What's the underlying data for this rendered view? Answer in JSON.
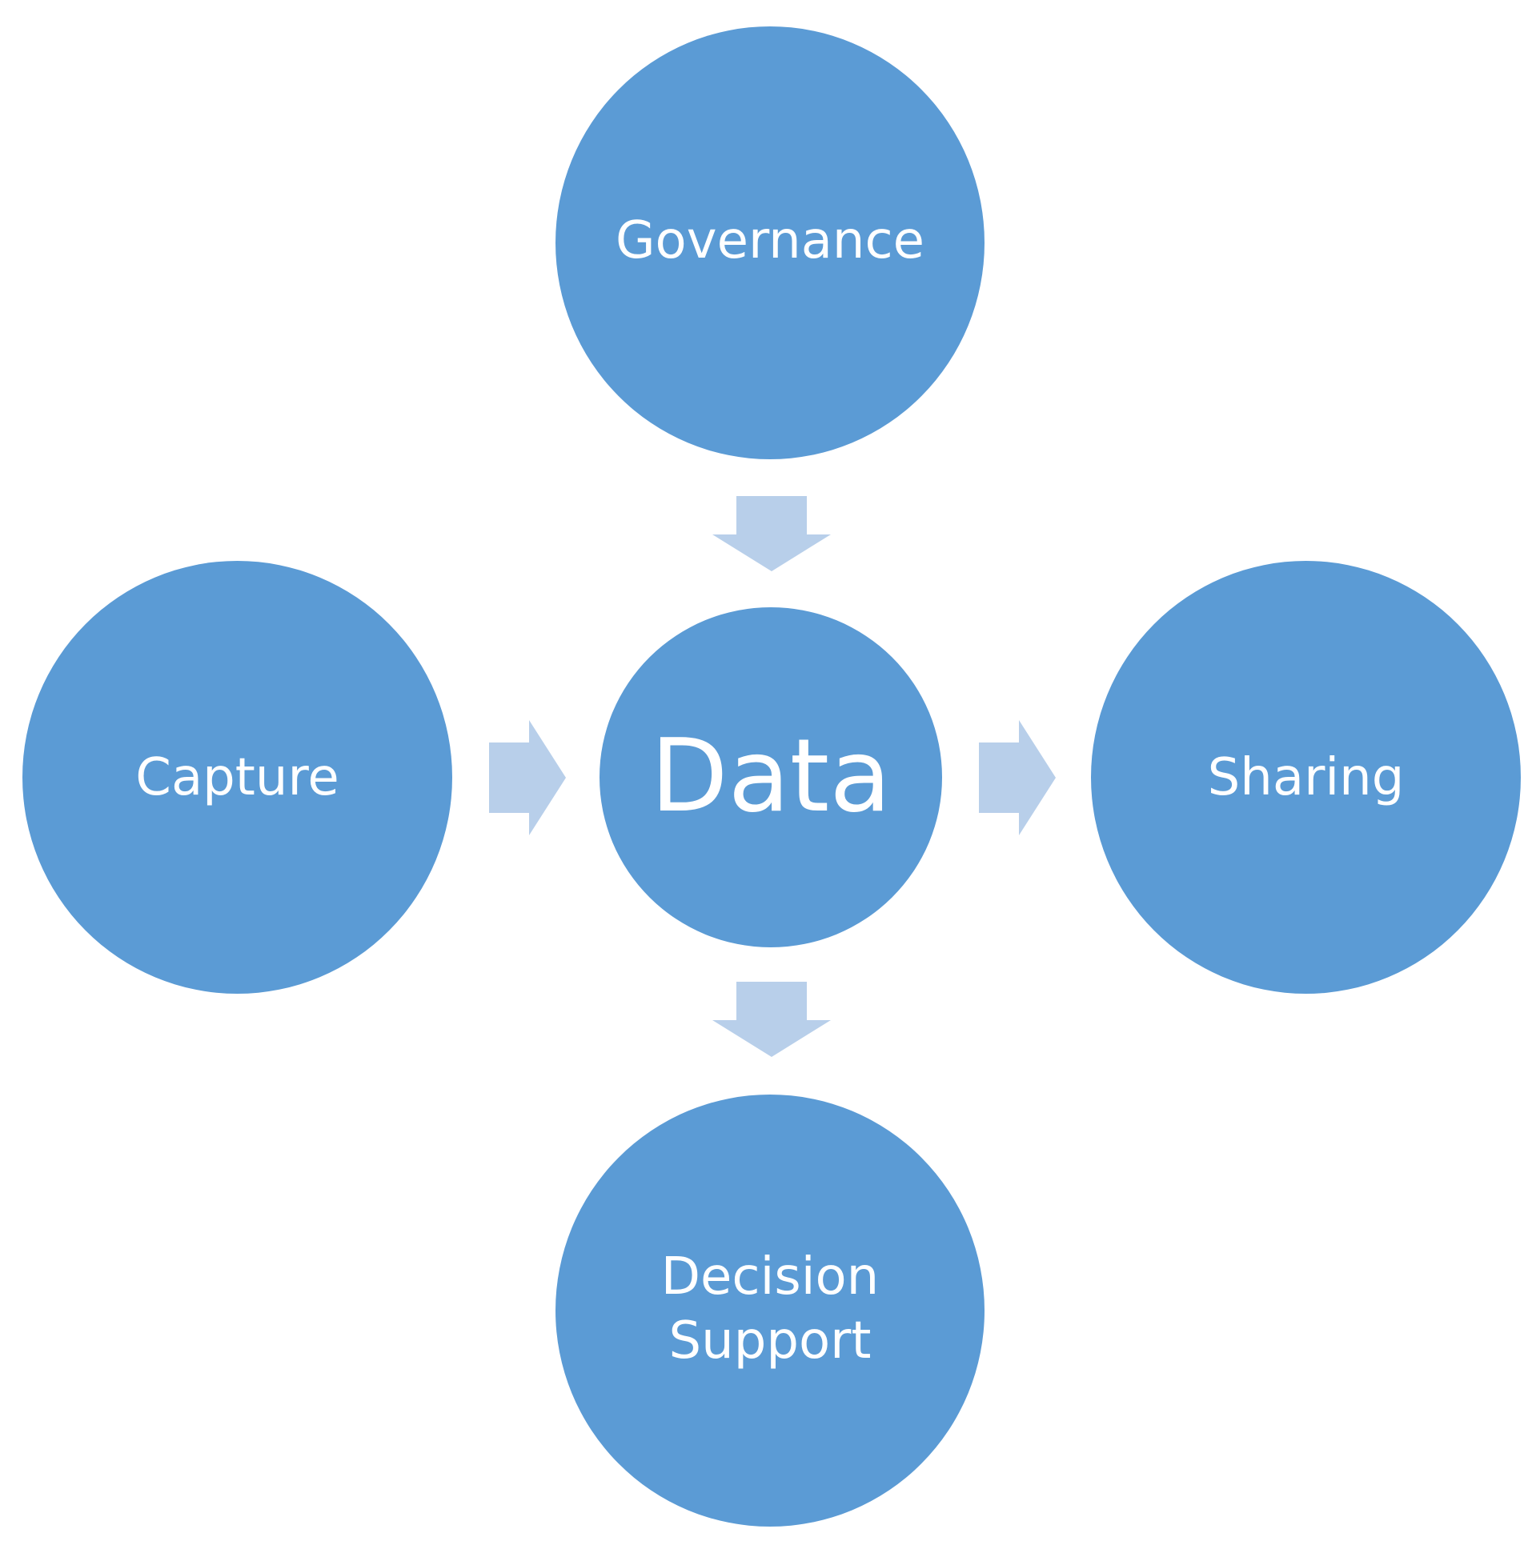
{
  "diagram": {
    "center": {
      "label": "Data"
    },
    "nodes": {
      "top": {
        "label": "Governance"
      },
      "left": {
        "label": "Capture"
      },
      "right": {
        "label": "Sharing"
      },
      "bottom": {
        "label": "Decision Support"
      }
    },
    "flows": [
      {
        "from": "Governance",
        "to": "Data"
      },
      {
        "from": "Capture",
        "to": "Data"
      },
      {
        "from": "Data",
        "to": "Sharing"
      },
      {
        "from": "Data",
        "to": "Decision Support"
      }
    ]
  },
  "colors": {
    "node_fill": "#5b9bd5",
    "node_text": "#ffffff",
    "arrow_fill": "#b8cfea",
    "background": "#ffffff"
  }
}
